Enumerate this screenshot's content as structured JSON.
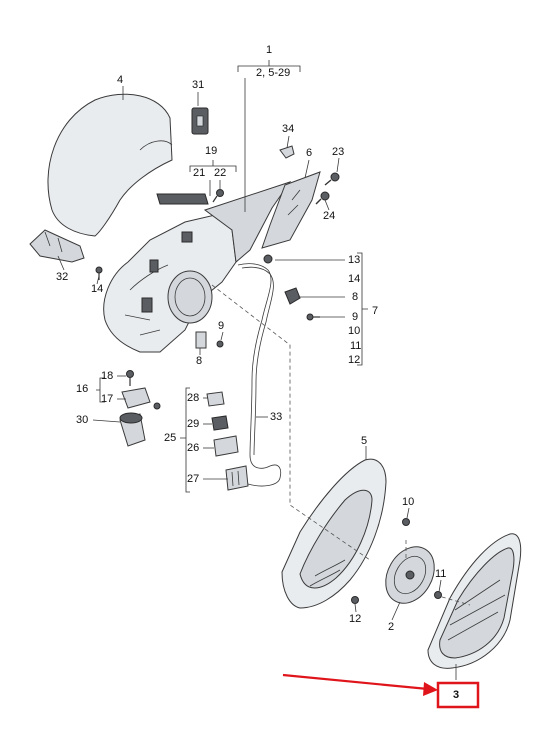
{
  "labels": {
    "p1": "1",
    "p1_range": "2, 5-29",
    "p2": "2",
    "p3": "3",
    "p4": "4",
    "p5": "5",
    "p6": "6",
    "p7": "7",
    "p8a": "8",
    "p8b": "8",
    "p9a": "9",
    "p9b": "9",
    "p10a": "10",
    "p10b": "10",
    "p11a": "11",
    "p11b": "11",
    "p12a": "12",
    "p12b": "12",
    "p13": "13",
    "p14a": "14",
    "p14b": "14",
    "p16": "16",
    "p17": "17",
    "p18": "18",
    "p19": "19",
    "p21": "21",
    "p22": "22",
    "p23": "23",
    "p24": "24",
    "p25": "25",
    "p26": "26",
    "p27": "27",
    "p28": "28",
    "p29": "29",
    "p30": "30",
    "p31": "31",
    "p32": "32",
    "p33": "33",
    "p34": "34"
  },
  "colors": {
    "highlight": "#e0141b",
    "line": "#3a3a3a"
  }
}
